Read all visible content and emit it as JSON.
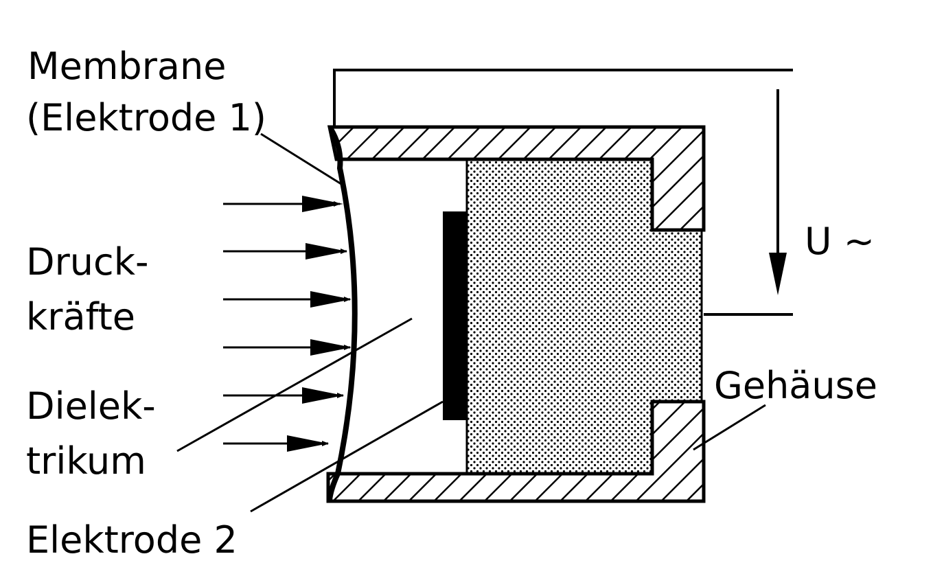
{
  "diagram": {
    "labels": {
      "membrane_line1": "Membrane",
      "membrane_line2": "(Elektrode 1)",
      "druck_line1": "Druck-",
      "druck_line2": "kräfte",
      "dielek_line1": "Dielek-",
      "dielek_line2": "trikum",
      "elektrode2": "Elektrode 2",
      "gehaeuse": "Gehäuse",
      "voltage": "U ~"
    },
    "colors": {
      "ink": "#000000",
      "background": "#ffffff"
    }
  }
}
